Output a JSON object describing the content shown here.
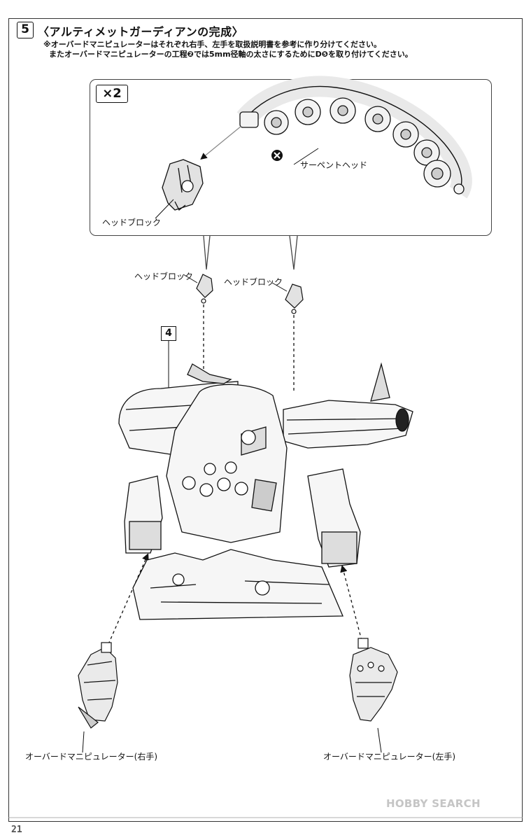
{
  "step": {
    "number": "5",
    "title": "〈アルティメットガーディアンの完成〉",
    "note_line1": "※オーバードマニピュレーターはそれぞれ右手、左手を取扱説明書を参考に作り分けてください。",
    "note_line2": "またオーバードマニピュレーターの工程❷では5mm径軸の太さにするためにD❺を取り付けてください。"
  },
  "inset": {
    "multiplier": "×2",
    "serpent_head_label": "サーペントヘッド",
    "head_block_label": "ヘッドブロック"
  },
  "assembly": {
    "head_block_left_label": "ヘッドブロック",
    "head_block_right_label": "ヘッドブロック",
    "subassembly_number": "4",
    "manipulator_right_label": "オーバードマニピュレーター(右手)",
    "manipulator_left_label": "オーバードマニピュレーター(左手)"
  },
  "footer": {
    "page_number": "21",
    "watermark": "HOBBY SEARCH"
  }
}
